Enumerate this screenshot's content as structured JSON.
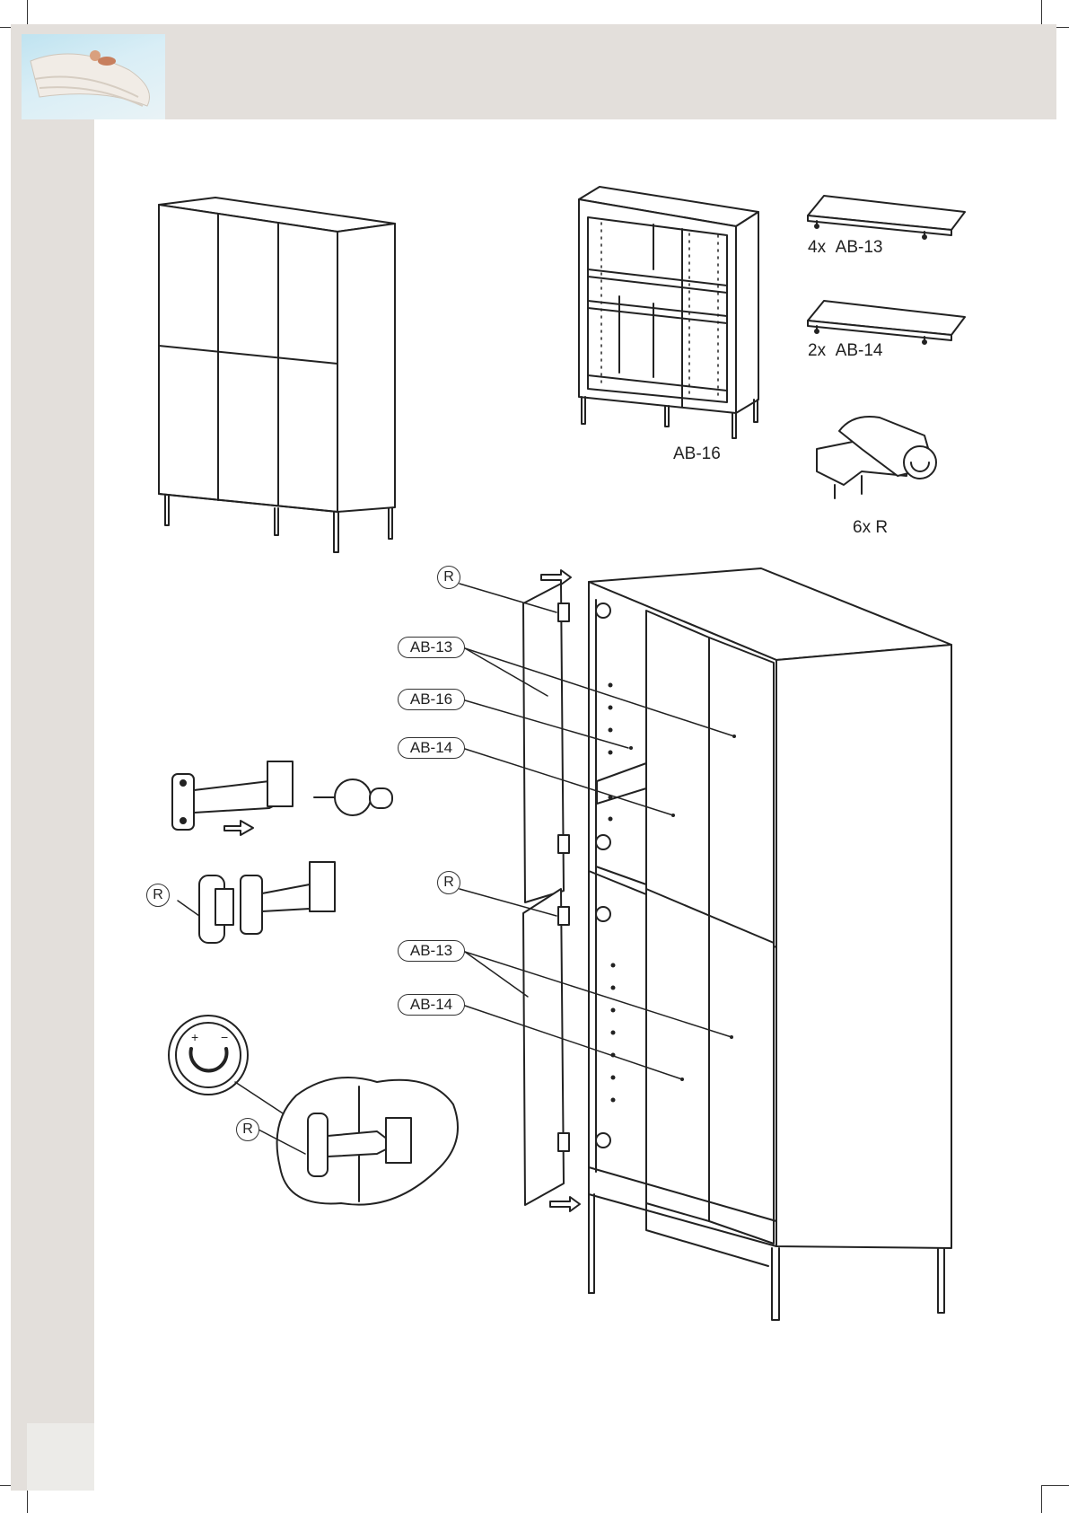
{
  "parts": {
    "shelf_top": {
      "qty": "4x",
      "code": "AB-13"
    },
    "shelf_bottom": {
      "qty": "2x",
      "code": "AB-14"
    },
    "carcass": {
      "code": "AB-16"
    },
    "hinge": {
      "qty": "6x",
      "code": "R"
    }
  },
  "callouts": {
    "r_upper": "R",
    "ab13_upper": "AB-13",
    "ab16": "AB-16",
    "ab14_upper": "AB-14",
    "r_middle": "R",
    "ab13_lower": "AB-13",
    "ab14_lower": "AB-14",
    "r_hinge_clip": "R",
    "r_hinge_detail": "R"
  },
  "colors": {
    "band": "#e3dfdb",
    "line": "#222222"
  }
}
